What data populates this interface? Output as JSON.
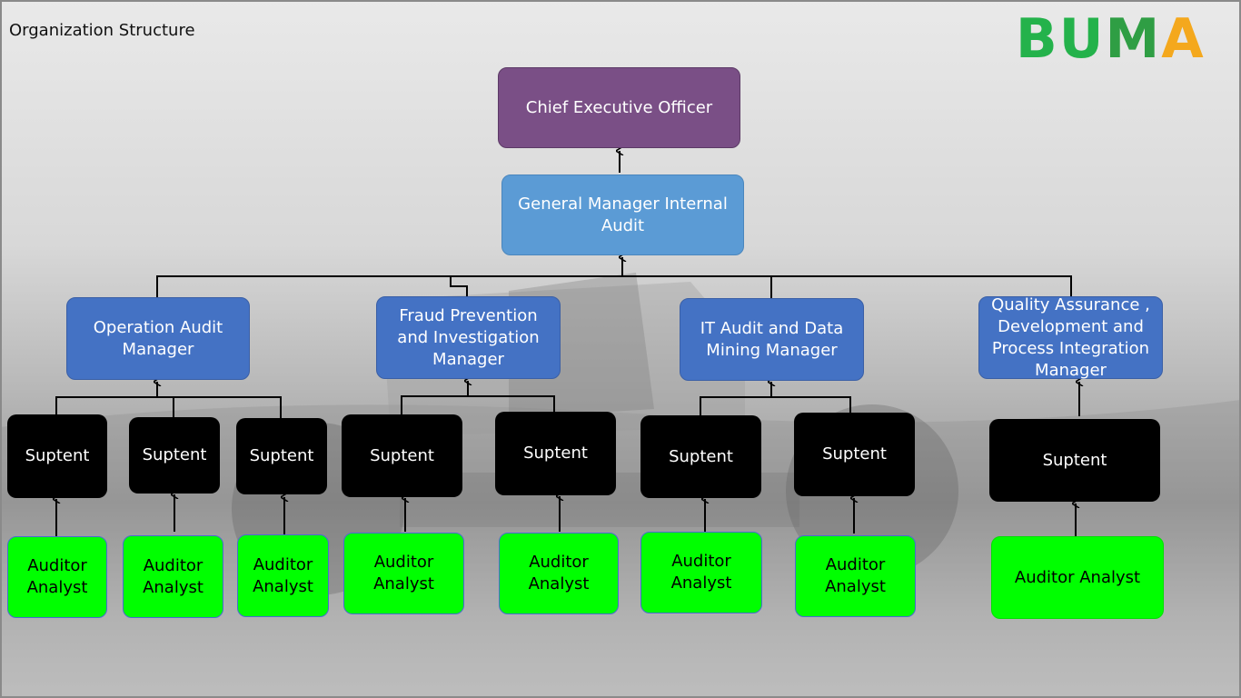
{
  "slide": {
    "title": "Organization Structure"
  },
  "logo": {
    "text": "BUMA",
    "colors": {
      "primary": "#24b24b",
      "accent": "#f4a81d"
    }
  },
  "org": {
    "ceo": "Chief Executive Officer",
    "general_manager": "General Manager Internal Audit",
    "managers": [
      "Operation Audit Manager",
      "Fraud Prevention and Investigation Manager",
      "IT Audit and Data Mining Manager",
      "Quality Assurance , Development and Process Integration Manager"
    ],
    "suptents": [
      "Suptent",
      "Suptent",
      "Suptent",
      "Suptent",
      "Suptent",
      "Suptent",
      "Suptent",
      "Suptent"
    ],
    "analysts": [
      "Auditor Analyst",
      "Auditor Analyst",
      "Auditor Analyst",
      "Auditor Analyst",
      "Auditor Analyst",
      "Auditor Analyst",
      "Auditor Analyst",
      "Auditor Analyst"
    ]
  },
  "colors": {
    "ceo": "#7a4f86",
    "general_manager": "#5b9bd5",
    "manager": "#4472c4",
    "suptent": "#000000",
    "analyst": "#00ff00"
  }
}
